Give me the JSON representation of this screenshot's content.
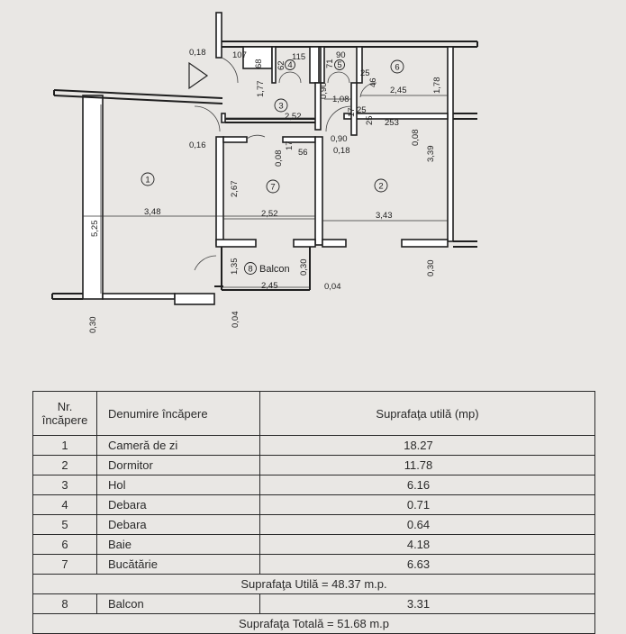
{
  "plan": {
    "room_numbers": [
      "1",
      "2",
      "3",
      "4",
      "5",
      "6",
      "7",
      "8"
    ],
    "balcony_label": "Balcon",
    "dimensions": {
      "d018_top": "0,18",
      "d107": "107",
      "d68": "68",
      "d62": "62",
      "d115": "115",
      "d71": "71",
      "d90_top": "90",
      "d25_a": "25",
      "d46": "46",
      "d177": "1,77",
      "d090_v": "0,90",
      "d108": "1,08",
      "d245_top": "2,45",
      "d178": "1,78",
      "d252_hol": "2,52",
      "d17_a": "17",
      "d25_b": "25",
      "d253": "253",
      "d016": "0,16",
      "d008_a": "0,08",
      "d17_b": "17",
      "d56": "56",
      "d090_h": "0,90",
      "d018_mid": "0,18",
      "d008_b": "0,08",
      "d339": "3,39",
      "d267": "2,67",
      "d348": "3,48",
      "d252_kit": "2,52",
      "d343": "3,43",
      "d525": "5,25",
      "d135": "1,35",
      "d030_bal": "0,30",
      "d245_bal": "2,45",
      "d004_a": "0,04",
      "d030_left": "0,30",
      "d004_b": "0,04",
      "d030_right": "0,30"
    }
  },
  "table": {
    "header": {
      "nr": "Nr. încăpere",
      "name": "Denumire încăpere",
      "area": "Suprafaţa utilă (mp)"
    },
    "rows": [
      {
        "nr": "1",
        "name": "Cameră de zi",
        "area": "18.27"
      },
      {
        "nr": "2",
        "name": "Dormitor",
        "area": "11.78"
      },
      {
        "nr": "3",
        "name": "Hol",
        "area": "6.16"
      },
      {
        "nr": "4",
        "name": "Debara",
        "area": "0.71"
      },
      {
        "nr": "5",
        "name": "Debara",
        "area": "0.64"
      },
      {
        "nr": "6",
        "name": "Baie",
        "area": "4.18"
      },
      {
        "nr": "7",
        "name": "Bucătărie",
        "area": "6.63"
      }
    ],
    "subtotal": "Suprafaţa Utilă = 48.37 m.p.",
    "balcony_row": {
      "nr": "8",
      "name": "Balcon",
      "area": "3.31"
    },
    "total": "Suprafaţa Totală = 51.68 m.p"
  }
}
